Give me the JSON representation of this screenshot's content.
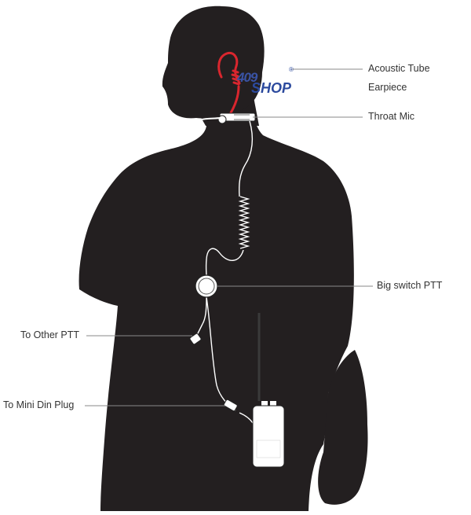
{
  "logo": {
    "number": "409",
    "word": "SHOP",
    "mark": "®"
  },
  "labels": {
    "acoustic_line1": "Acoustic Tube",
    "acoustic_line2": "Earpiece",
    "throat_mic": "Throat Mic",
    "big_switch": "Big switch PTT",
    "other_ptt": "To Other PTT",
    "mini_din": "To Mini Din Plug"
  },
  "colors": {
    "silhouette": "#231f20",
    "cable": "#ffffff",
    "leader": "#8a8a8a",
    "tube": "#d9262e",
    "logo_blue": "#2c4a9e",
    "text": "#333333"
  }
}
